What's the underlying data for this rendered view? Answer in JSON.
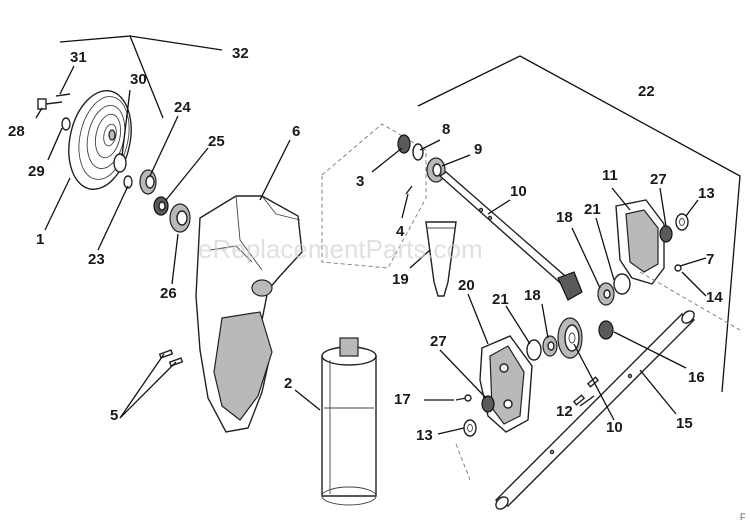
{
  "labels": {
    "l1": "1",
    "l2": "2",
    "l3": "3",
    "l4": "4",
    "l5": "5",
    "l6": "6",
    "l7": "7",
    "l8": "8",
    "l9": "9",
    "l10a": "10",
    "l10b": "10",
    "l11": "11",
    "l12": "12",
    "l13a": "13",
    "l13b": "13",
    "l14": "14",
    "l15": "15",
    "l16": "16",
    "l17": "17",
    "l18a": "18",
    "l18b": "18",
    "l19": "19",
    "l20": "20",
    "l21a": "21",
    "l21b": "21",
    "l22": "22",
    "l23": "23",
    "l24": "24",
    "l25": "25",
    "l26": "26",
    "l27a": "27",
    "l27b": "27",
    "l28": "28",
    "l29": "29",
    "l30": "30",
    "l31": "31",
    "l32": "32"
  },
  "watermark": "eReplacementParts.com",
  "corner_mark": "F"
}
